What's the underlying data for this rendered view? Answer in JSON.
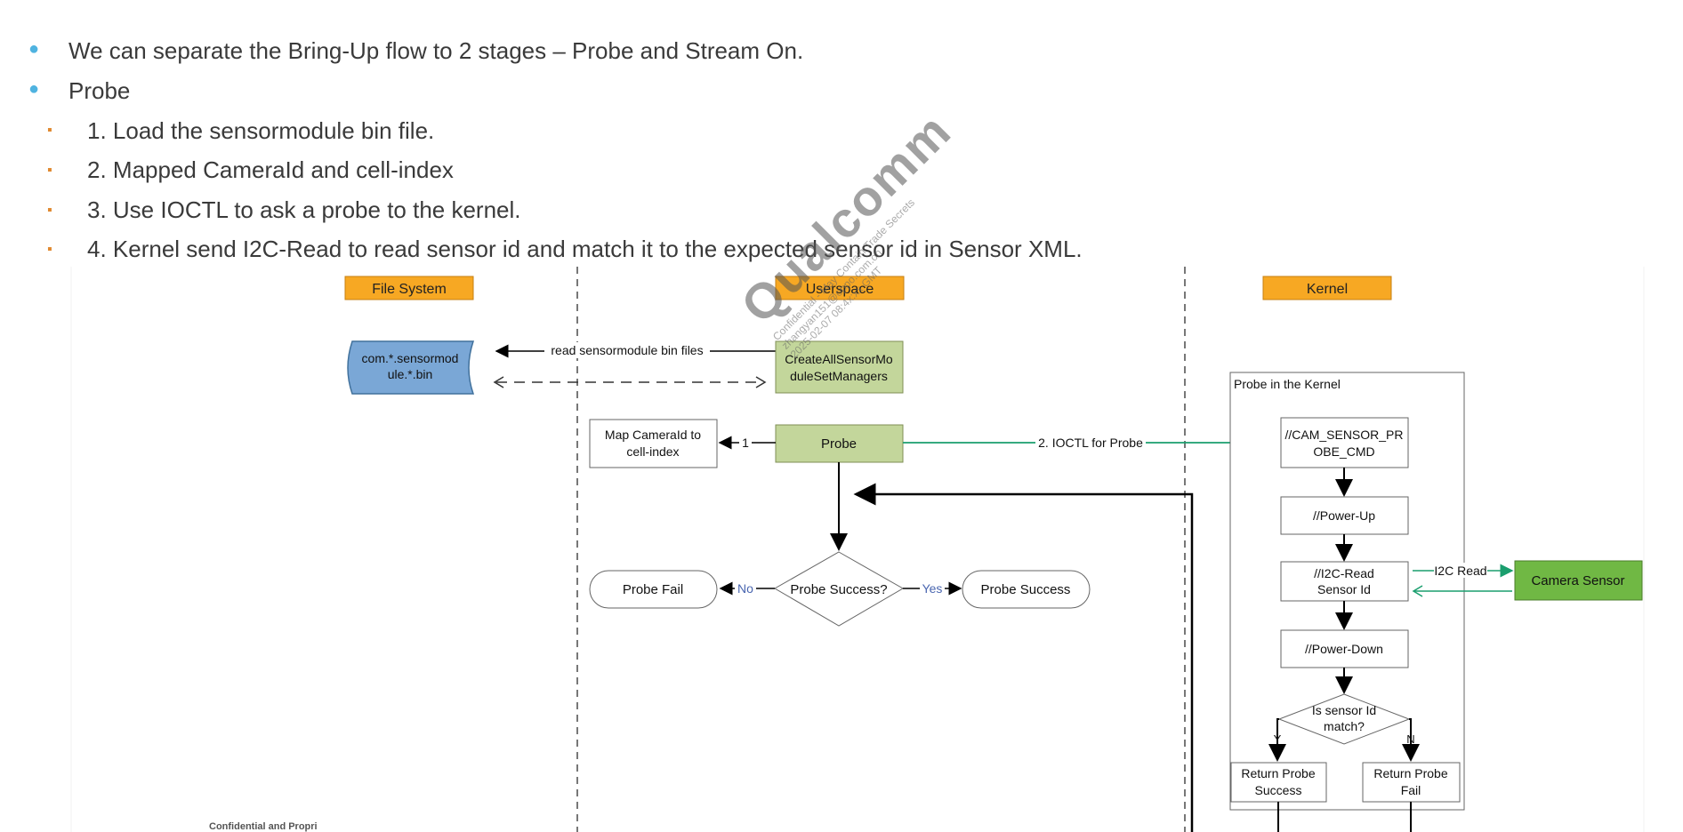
{
  "bullets": {
    "l1": "We can separate the Bring-Up flow to 2 stages – Probe and Stream On.",
    "l2": "Probe",
    "s1": "1. Load the sensormodule bin file.",
    "s2": "2. Mapped CameraId and cell-index",
    "s3": "3. Use IOCTL to ask a probe to the kernel.",
    "s4": "4. Kernel send I2C-Read to read sensor id and match it to the expected sensor id in Sensor XML."
  },
  "diagram": {
    "lanes": {
      "fs": "File System",
      "us": "Userspace",
      "kn": "Kernel"
    },
    "file_l1": "com.*.sensormod",
    "file_l2": "ule.*.bin",
    "read_label": "read sensormodule bin files",
    "create_l1": "CreateAllSensorMo",
    "create_l2": "duleSetManagers",
    "probe": "Probe",
    "map_l1": "Map CameraId to",
    "map_l2": "cell-index",
    "one": "1",
    "ioctl": "2. IOCTL for Probe",
    "decision": "Probe Success?",
    "no": "No",
    "yes": "Yes",
    "probe_fail": "Probe Fail",
    "probe_success": "Probe Success",
    "kernel_box": "Probe in the Kernel",
    "cmd_l1": "//CAM_SENSOR_PR",
    "cmd_l2": "OBE_CMD",
    "powerup": "//Power-Up",
    "i2c_l1": "//I2C-Read",
    "i2c_l2": "Sensor Id",
    "i2c_read": "I2C Read",
    "camera": "Camera Sensor",
    "powerdown": "//Power-Down",
    "match_l1": "Is sensor Id",
    "match_l2": "match?",
    "y": "Y",
    "n": "N",
    "ret_s_l1": "Return Probe",
    "ret_s_l2": "Success",
    "ret_f_l1": "Return Probe",
    "ret_f_l2": "Fail"
  },
  "watermark": {
    "brand": "Qualcomm",
    "l1": "Confidential - May Contain Trade Secrets",
    "l2": "zhangyan151@oppo.com.on",
    "l3": "2025-02-07 08:4x:xx GMT"
  },
  "footer": "Confidential and Propri",
  "colors": {
    "lane": "#f7a823",
    "file": "#7aa7d6",
    "user": "#c3d69b",
    "camera": "#70b844",
    "ioctl": "#1a9e6e"
  }
}
